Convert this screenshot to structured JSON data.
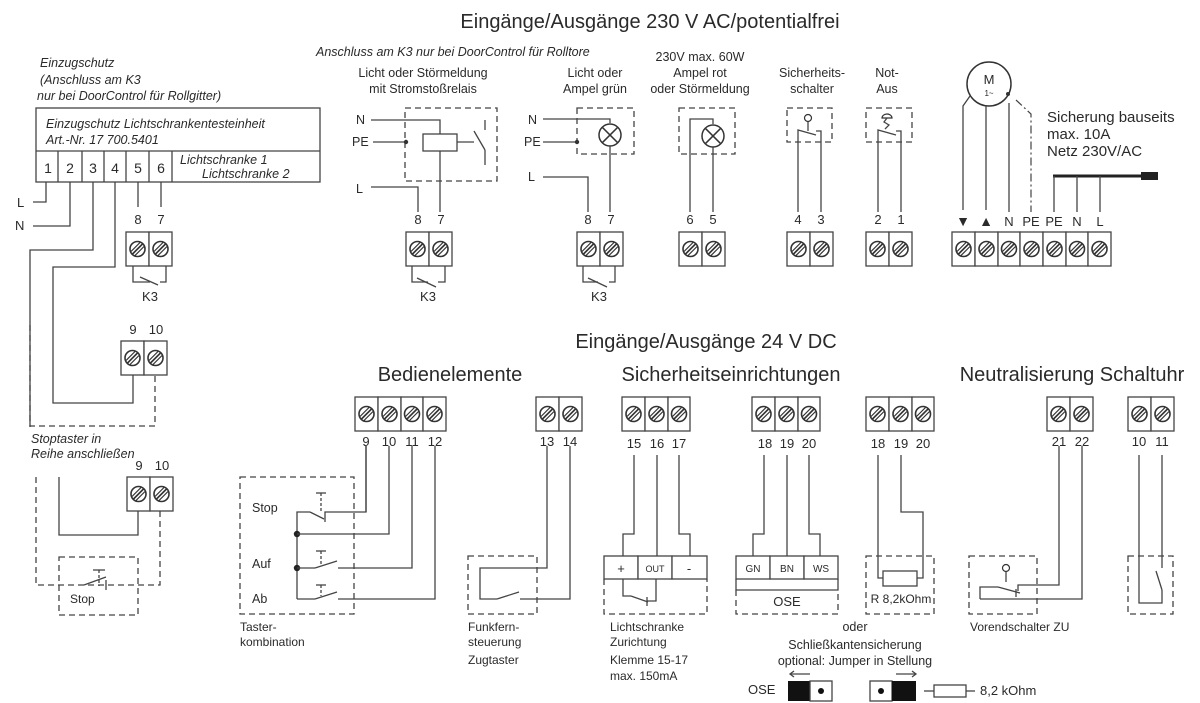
{
  "titles": {
    "ac_section": "Eingänge/Ausgänge 230 V AC/potentialfrei",
    "dc_section": "Eingänge/Ausgänge 24 V DC",
    "k3_note": "Anschluss am K3 nur bei DoorControl für Rolltore",
    "bedienelemente": "Bedienelemente",
    "sicherheit": "Sicherheitseinrichtungen",
    "neutral": "Neutralisierung Schaltuhr"
  },
  "einzug": {
    "note1": "Einzugschutz",
    "note2": "(Anschluss am K3",
    "note3": "nur bei DoorControl für Rollgitter)",
    "unit1": "Einzugschutz Lichtschrankentesteinheit",
    "unit2": "Art.-Nr. 17 700.5401",
    "pins": [
      "1",
      "2",
      "3",
      "4",
      "5",
      "6"
    ],
    "ls1": "Lichtschranke 1",
    "ls2": "Lichtschranke 2",
    "L": "L",
    "N": "N",
    "t87": [
      "8",
      "7"
    ],
    "k3": "K3",
    "t910": [
      "9",
      "10"
    ],
    "stop_note1": "Stoptaster in",
    "stop_note2": "Reihe anschließen",
    "t910b": [
      "9",
      "10"
    ],
    "stop": "Stop"
  },
  "ac": {
    "relay": {
      "label1": "Licht oder Störmeldung",
      "label2": "mit Stromstoßrelais",
      "N": "N",
      "PE": "PE",
      "L": "L",
      "pins": [
        "8",
        "7"
      ],
      "k3": "K3"
    },
    "green": {
      "label1": "Licht oder",
      "label2": "Ampel grün",
      "N": "N",
      "PE": "PE",
      "L": "L",
      "pins": [
        "8",
        "7"
      ],
      "k3": "K3"
    },
    "red": {
      "label1": "230V max. 60W",
      "label2": "Ampel rot",
      "label3": "oder Störmeldung",
      "pins": [
        "6",
        "5"
      ]
    },
    "safety": {
      "label1": "Sicherheits-",
      "label2": "schalter",
      "pins": [
        "4",
        "3"
      ]
    },
    "estop": {
      "label1": "Not-",
      "label2": "Aus",
      "pins": [
        "2",
        "1"
      ]
    },
    "motor": {
      "symbol": "M",
      "sub": "1~",
      "pins": [
        "▼",
        "▲",
        "N",
        "PE",
        "PE",
        "N",
        "L"
      ]
    },
    "mains": {
      "line1": "Sicherung bauseits",
      "line2": "max. 10A",
      "line3": "Netz 230V/AC"
    }
  },
  "dc": {
    "taster": {
      "pins": [
        "9",
        "10",
        "11",
        "12"
      ],
      "stop": "Stop",
      "auf": "Auf",
      "ab": "Ab",
      "label1": "Taster-",
      "label2": "kombination"
    },
    "funk": {
      "pins": [
        "13",
        "14"
      ],
      "label1": "Funkfern-",
      "label2": "steuerung",
      "label3": "Zugtaster"
    },
    "ls": {
      "pins": [
        "15",
        "16",
        "17"
      ],
      "cells": [
        "+",
        "OUT",
        "-"
      ],
      "label1": "Lichtschranke",
      "label2": "Zurichtung",
      "label3": "Klemme 15-17",
      "label4": "max. 150mA"
    },
    "ose": {
      "pins": [
        "18",
        "19",
        "20"
      ],
      "cells": [
        "GN",
        "BN",
        "WS"
      ],
      "name": "OSE"
    },
    "res": {
      "pins": [
        "18",
        "19",
        "20"
      ],
      "label": "R 8,2kOhm"
    },
    "oder": "oder",
    "sks1": "Schließkantensicherung",
    "sks2": "optional: Jumper in Stellung",
    "jumper_ose": "OSE",
    "jumper_res": "8,2 kOhm",
    "vor": {
      "pins": [
        "21",
        "22"
      ],
      "label": "Vorendschalter ZU"
    },
    "uhr": {
      "pins": [
        "10",
        "11"
      ]
    }
  }
}
